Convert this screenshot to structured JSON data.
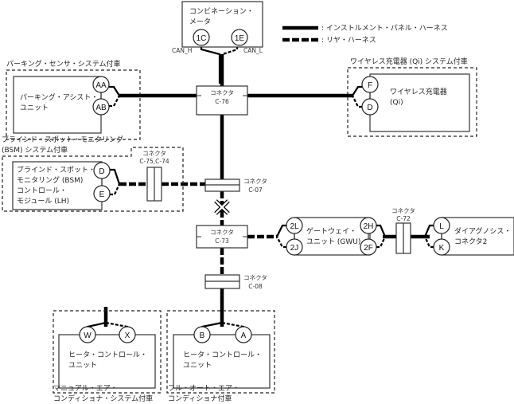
{
  "legend": {
    "instrument_panel_harness": ": インストルメント・パネル・ハーネス",
    "rear_harness": ": リヤ・ハーネス"
  },
  "combination_meter": {
    "label_line1": "コンビネーション・",
    "label_line2": "メータ",
    "pins": [
      "1C",
      "1E"
    ],
    "signals": [
      "CAN_H",
      "CAN_L"
    ]
  },
  "parking_sensor": {
    "group_label": "パーキング・センサ・システム付車",
    "unit_line1": "パーキング・アシスト・",
    "unit_line2": "ユニット",
    "pins": [
      "AA",
      "AB"
    ]
  },
  "wireless_charger": {
    "group_label": "ワイヤレス充電器 (Qi) システム付車",
    "unit_line1": "ワイヤレス充電器",
    "unit_line2": "(Qi)",
    "pins": [
      "F",
      "D"
    ]
  },
  "connector_c76": {
    "line1": "コネクタ",
    "line2": "C-76"
  },
  "bsm": {
    "group_label_line1": "ブラインド・スポット・モニタリング",
    "group_label_line2": "(BSM) システム付車",
    "unit_line1": "ブラインド・スポット・",
    "unit_line2": "モニタリング (BSM)",
    "unit_line3": "コントロール・",
    "unit_line4": "モジュール (LH)",
    "pins": [
      "D",
      "E"
    ]
  },
  "connector_c75_c74": {
    "line1": "コネクタ",
    "line2": "C-75,C-74"
  },
  "connector_c07": {
    "line1": "コネクタ",
    "line2": "C-07"
  },
  "connector_c73": {
    "line1": "コネクタ",
    "line2": "C-73"
  },
  "gateway": {
    "unit_line1": "ゲートウェイ・",
    "unit_line2": "ユニット (GWU)",
    "pins_left": [
      "2L",
      "2J"
    ],
    "pins_right": [
      "2H",
      "2F"
    ]
  },
  "connector_c72": {
    "line1": "コネクタ",
    "line2": "C-72"
  },
  "diagnosis": {
    "unit_line1": "ダイアグノシス・",
    "unit_line2": "コネクタ2",
    "pins": [
      "L",
      "K"
    ]
  },
  "connector_c08": {
    "line1": "コネクタ",
    "line2": "C-08"
  },
  "manual_ac": {
    "group_label_line1": "マニュアル・エア・",
    "group_label_line2": "コンディショナ・システム付車",
    "unit_line1": "ヒータ・コントロール・",
    "unit_line2": "ユニット",
    "pins": [
      "W",
      "X"
    ]
  },
  "auto_ac": {
    "group_label_line1": "フル・オート・エア・",
    "group_label_line2": "コンディショナ付車",
    "unit_line1": "ヒータ・コントロール・",
    "unit_line2": "ユニット",
    "pins": [
      "B",
      "A"
    ]
  }
}
